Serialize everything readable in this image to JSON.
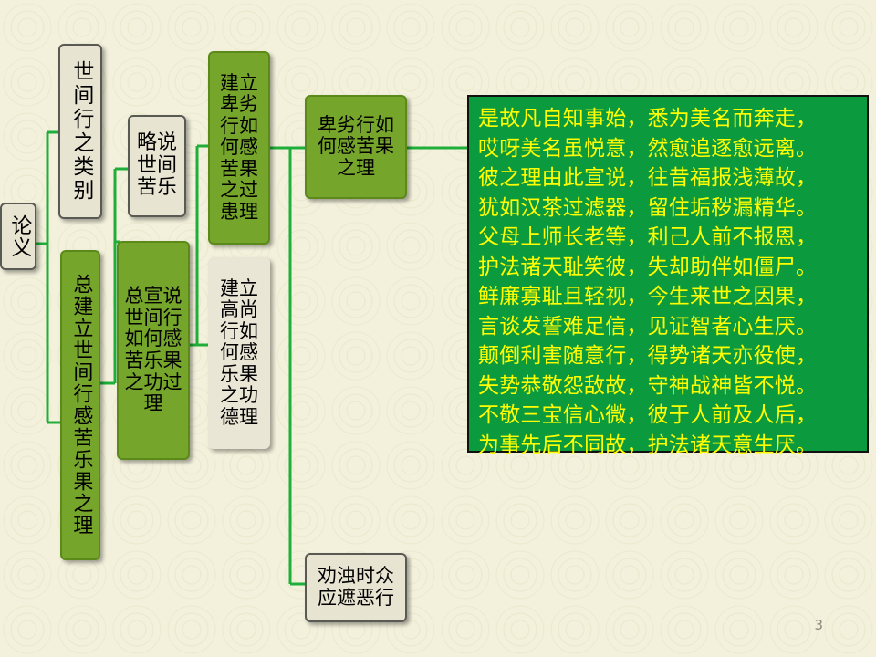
{
  "nodes": {
    "root": "论义",
    "category": "世间行之类别",
    "general_establish": "总建立世间行感苦乐果之理",
    "brief_suffering_joy": "略说世间苦乐",
    "general_explain": [
      "总宣说",
      "世间行",
      "如何感",
      "苦乐果",
      "之功过",
      "理"
    ],
    "inferior_fault": [
      "建立",
      "卑劣",
      "行如",
      "何感",
      "苦果",
      "之过",
      "患理"
    ],
    "noble_merit": [
      "建立",
      "高尚",
      "行如",
      "何感",
      "乐果",
      "之功",
      "德理"
    ],
    "inferior_principle": [
      "卑劣行如",
      "何感苦果",
      "之理"
    ],
    "exhort": [
      "劝浊时众",
      "应遮恶行"
    ]
  },
  "passage": [
    "是故凡自知事始，悉为美名而奔走，",
    "哎呀美名虽悦意，然愈追逐愈远离。",
    "彼之理由此宣说，往昔福报浅薄故，",
    "犹如汉茶过滤器，留住垢秽漏精华。",
    "父母上师长老等，利己人前不报恩，",
    "护法诸天耻笑彼，失却助伴如僵尸。",
    "鲜廉寡耻且轻视，今生来世之因果，",
    "言谈发誓难足信，见证智者心生厌。",
    "颠倒利害随意行，得势诸天亦役使，",
    "失势恭敬怨敌故，守神战神皆不悦。",
    "不敬三宝信心微，彼于人前及人后，",
    "为事先后不同故，护法诸天意生厌。"
  ],
  "colors": {
    "line": "#1fae3a",
    "green_box": "#76a52c",
    "light_box": "#e8e4d2",
    "passage_bg": "#0c9a3f",
    "passage_text": "#ffff00"
  },
  "page_number": "3"
}
